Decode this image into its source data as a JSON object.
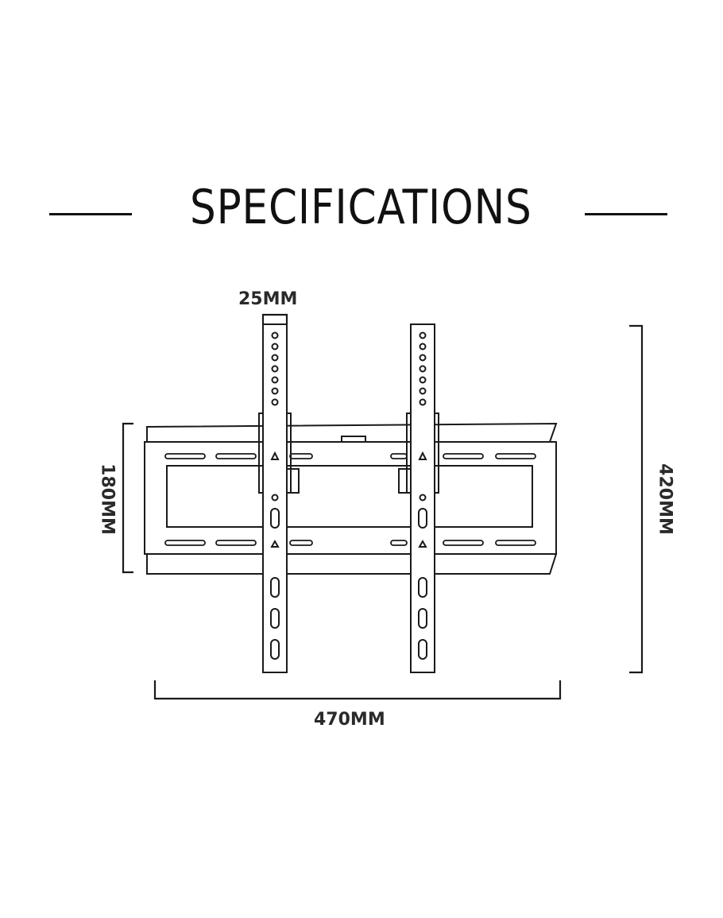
{
  "title": "SPECIFICATIONS",
  "dimensions": {
    "hole_spacing": "25MM",
    "total_height": "420MM",
    "frame_height": "180MM",
    "width": "470MM"
  },
  "colors": {
    "line": "#1a1a1a",
    "background": "#ffffff"
  }
}
